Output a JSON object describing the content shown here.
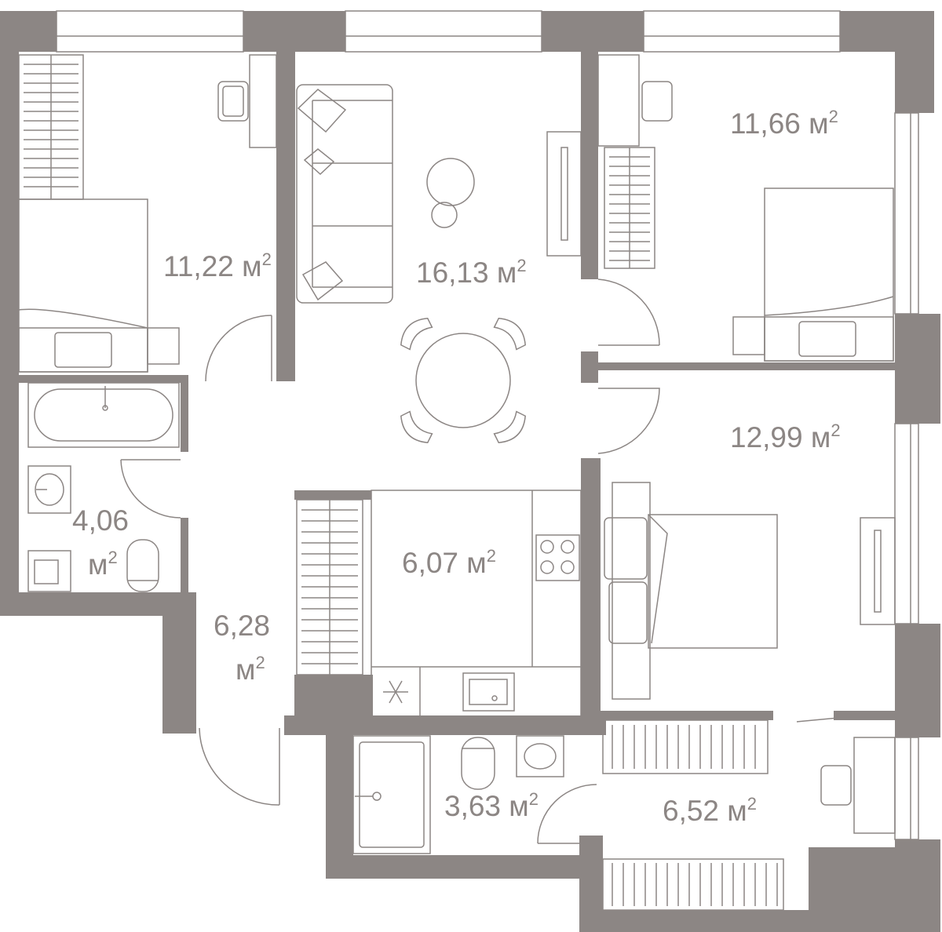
{
  "rooms": {
    "bedroom_left": {
      "area": "11,22 м",
      "sup": "2"
    },
    "living": {
      "area": "16,13 м",
      "sup": "2"
    },
    "bedroom_right_top": {
      "area": "11,66 м",
      "sup": "2"
    },
    "bedroom_right_mid": {
      "area": "12,99 м",
      "sup": "2"
    },
    "bathroom_left": {
      "area_line1": "4,06",
      "area_line2": "м",
      "sup": "2"
    },
    "kitchen": {
      "area": "6,07 м",
      "sup": "2"
    },
    "hallway": {
      "area_line1": "6,28",
      "area_line2": "м",
      "sup": "2"
    },
    "bathroom_small": {
      "area": "3,63 м",
      "sup": "2"
    },
    "study": {
      "area": "6,52 м",
      "sup": "2"
    }
  },
  "colors": {
    "wall": "#8c8684",
    "background": "#ffffff"
  }
}
